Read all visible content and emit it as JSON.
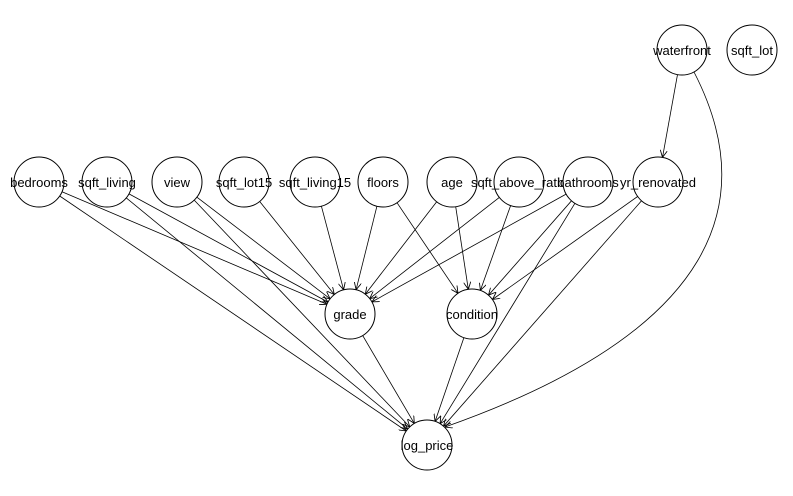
{
  "nodes": [
    {
      "id": "bedrooms",
      "label": "bedrooms"
    },
    {
      "id": "sqft_living",
      "label": "sqft_living"
    },
    {
      "id": "view",
      "label": "view"
    },
    {
      "id": "sqft_lot15",
      "label": "sqft_lot15"
    },
    {
      "id": "sqft_living15",
      "label": "sqft_living15"
    },
    {
      "id": "floors",
      "label": "floors"
    },
    {
      "id": "age",
      "label": "age"
    },
    {
      "id": "sqft_above_ratio",
      "label": "sqft_above_ratio"
    },
    {
      "id": "bathrooms",
      "label": "bathrooms"
    },
    {
      "id": "yr_renovated",
      "label": "yr_renovated"
    },
    {
      "id": "waterfront",
      "label": "waterfront"
    },
    {
      "id": "sqft_lot",
      "label": "sqft_lot"
    },
    {
      "id": "grade",
      "label": "grade"
    },
    {
      "id": "condition",
      "label": "condition"
    },
    {
      "id": "log_price",
      "label": "log_price"
    }
  ],
  "edges": [
    [
      "bedrooms",
      "grade"
    ],
    [
      "bedrooms",
      "log_price"
    ],
    [
      "sqft_living",
      "grade"
    ],
    [
      "sqft_living",
      "log_price"
    ],
    [
      "view",
      "grade"
    ],
    [
      "view",
      "log_price"
    ],
    [
      "sqft_lot15",
      "grade"
    ],
    [
      "sqft_living15",
      "grade"
    ],
    [
      "floors",
      "grade"
    ],
    [
      "floors",
      "condition"
    ],
    [
      "age",
      "grade"
    ],
    [
      "age",
      "condition"
    ],
    [
      "sqft_above_ratio",
      "grade"
    ],
    [
      "sqft_above_ratio",
      "condition"
    ],
    [
      "bathrooms",
      "grade"
    ],
    [
      "bathrooms",
      "condition"
    ],
    [
      "bathrooms",
      "log_price"
    ],
    [
      "yr_renovated",
      "condition"
    ],
    [
      "yr_renovated",
      "log_price"
    ],
    [
      "waterfront",
      "yr_renovated"
    ],
    [
      "waterfront",
      "log_price"
    ],
    [
      "grade",
      "log_price"
    ],
    [
      "condition",
      "log_price"
    ]
  ]
}
